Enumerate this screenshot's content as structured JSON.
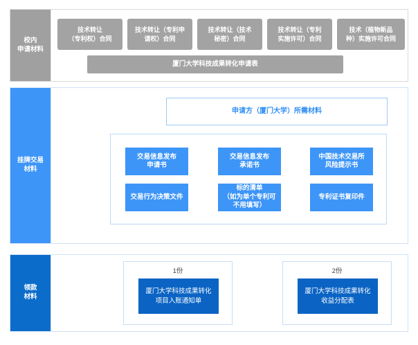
{
  "sections": [
    {
      "id": "campus",
      "label": "校内\n申请材料",
      "label_line1": "校内",
      "label_line2": "申请材料",
      "accent": "#a0a0a0",
      "contracts": [
        {
          "line1": "技术转让",
          "line2": "（专利权）合同"
        },
        {
          "line1": "技术转让（专利申",
          "line2": "请权）合同"
        },
        {
          "line1": "技术转让（技术",
          "line2": "秘密）合同"
        },
        {
          "line1": "技术转让（专利",
          "line2": "实施许可）合同"
        },
        {
          "line1": "技术（植物新品",
          "line2": "种）实施许可合同"
        }
      ],
      "application_form": "厦门大学科技成果转化申请表"
    },
    {
      "id": "listing",
      "label_line1": "挂牌交易",
      "label_line2": "材料",
      "accent": "#3d95f7",
      "header": "申请方（厦门大学）所需材料",
      "documents_row1": [
        {
          "line1": "交易信息发布",
          "line2": "申请书",
          "line3": ""
        },
        {
          "line1": "交易信息发布",
          "line2": "承诺书",
          "line3": ""
        },
        {
          "line1": "中国技术交易所",
          "line2": "风险提示书",
          "line3": ""
        }
      ],
      "documents_row2": [
        {
          "line1": "交易行为决策文件",
          "line2": "",
          "line3": ""
        },
        {
          "line1": "标的清单",
          "line2": "（如为单个专利可",
          "line3": "不用填写）"
        },
        {
          "line1": "专利证书复印件",
          "line2": "",
          "line3": ""
        }
      ]
    },
    {
      "id": "payment",
      "label_line1": "领款",
      "label_line2": "材料",
      "accent": "#0b6cc9",
      "items": [
        {
          "count": "1份",
          "line1": "厦门大学科技成果转化",
          "line2": "项目入账通知单"
        },
        {
          "count": "2份",
          "line1": "厦门大学科技成果转化",
          "line2": "收益分配表"
        }
      ]
    }
  ]
}
